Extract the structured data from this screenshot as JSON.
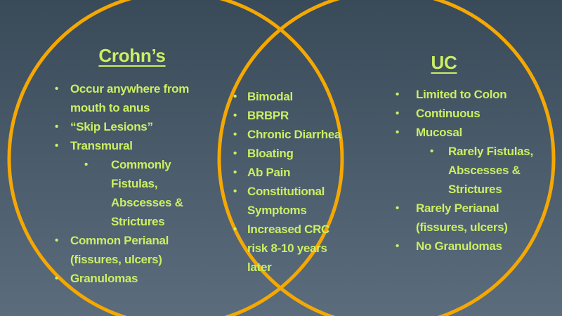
{
  "slide": {
    "type": "venn-diagram",
    "colors": {
      "background_top": "#394A59",
      "background_bottom": "#5B6C7C",
      "circle_stroke": "#F5A802",
      "text": "#CBEF63"
    },
    "bullet_char": "•",
    "left": {
      "title": "Crohn’s",
      "items": [
        {
          "text": "Occur anywhere from mouth to anus",
          "level": 1
        },
        {
          "text": "“Skip Lesions”",
          "level": 1
        },
        {
          "text": "Transmural",
          "level": 1
        },
        {
          "text": "Commonly Fistulas, Abscesses & Strictures",
          "level": 2
        },
        {
          "text": "Common Perianal (fissures, ulcers)",
          "level": 1
        },
        {
          "text": "Granulomas",
          "level": 1
        }
      ]
    },
    "middle": {
      "items": [
        "Bimodal",
        "BRBPR",
        "Chronic Diarrhea",
        "Bloating",
        "Ab Pain",
        "Constitutional Symptoms",
        "Increased CRC risk 8-10 years later"
      ]
    },
    "right": {
      "title": "UC",
      "items": [
        {
          "text": "Limited to Colon",
          "level": 1
        },
        {
          "text": "Continuous",
          "level": 1
        },
        {
          "text": "Mucosal",
          "level": 1
        },
        {
          "text": "Rarely Fistulas, Abscesses & Strictures",
          "level": 2
        },
        {
          "text": "Rarely Perianal (fissures, ulcers)",
          "level": 1
        },
        {
          "text": "No Granulomas",
          "level": 1
        }
      ]
    }
  }
}
